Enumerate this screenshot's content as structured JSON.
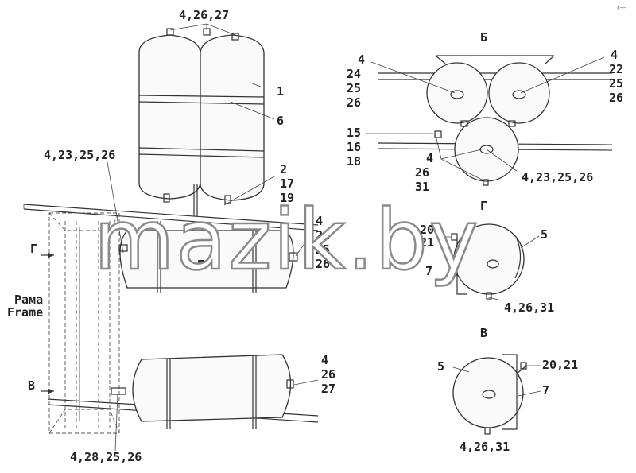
{
  "watermark": "mazik.by",
  "corner_mark": "r—",
  "frame_label": {
    "ru": "Рама",
    "en": "Frame"
  },
  "view_marks": {
    "g_left": "Г",
    "v_left": "В"
  },
  "section_titles": {
    "b": "Б",
    "g": "Г",
    "v": "В",
    "b_small": "Б"
  },
  "callouts": {
    "top": "4,26,27",
    "tank1": "1",
    "band6": "6",
    "left_upper": "4,23,25,26",
    "right_2": "2",
    "right_17": "17",
    "right_19": "19",
    "mid_4": "4",
    "mid_22": "22",
    "mid_25": "25",
    "mid_26": "26",
    "low_4": "4",
    "low_26": "26",
    "low_27": "27",
    "bottom": "4,28,25,26"
  },
  "section_b": {
    "left_4": "4",
    "left_24": "24",
    "left_25": "25",
    "left_26": "26",
    "right_4": "4",
    "right_22": "22",
    "right_25": "25",
    "right_26": "26",
    "l15": "15",
    "l16": "16",
    "l18": "18",
    "c4": "4",
    "c26": "26",
    "c31": "31",
    "center": "4,23,25,26"
  },
  "section_g": {
    "l20": "20",
    "l21": "21",
    "l5": "5",
    "l7": "7",
    "bottom": "4,26,31"
  },
  "section_v": {
    "l5": "5",
    "l2021": "20,21",
    "l7": "7",
    "bottom": "4,26,31"
  }
}
